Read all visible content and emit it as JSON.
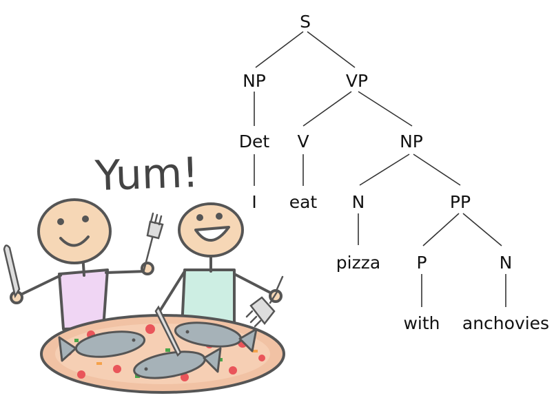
{
  "illustration": {
    "caption": "Yum!",
    "colors": {
      "skin": "#f6d7b6",
      "shirt_left": "#f0d6f4",
      "shirt_right": "#cdeee3",
      "pizza_base": "#f1c2a4",
      "fish": "#a6b2b8",
      "outline": "#555555"
    }
  },
  "tree": {
    "root": {
      "label": "S"
    },
    "subject_np": {
      "label": "NP"
    },
    "vp": {
      "label": "VP"
    },
    "det": {
      "label": "Det"
    },
    "pronoun": {
      "label": "I"
    },
    "verb_tag": {
      "label": "V"
    },
    "verb_word": {
      "label": "eat"
    },
    "object_np": {
      "label": "NP"
    },
    "noun_tag_1": {
      "label": "N"
    },
    "noun_word_1": {
      "label": "pizza"
    },
    "pp": {
      "label": "PP"
    },
    "prep_tag": {
      "label": "P"
    },
    "prep_word": {
      "label": "with"
    },
    "noun_tag_2": {
      "label": "N"
    },
    "noun_word_2": {
      "label": "anchovies"
    }
  }
}
